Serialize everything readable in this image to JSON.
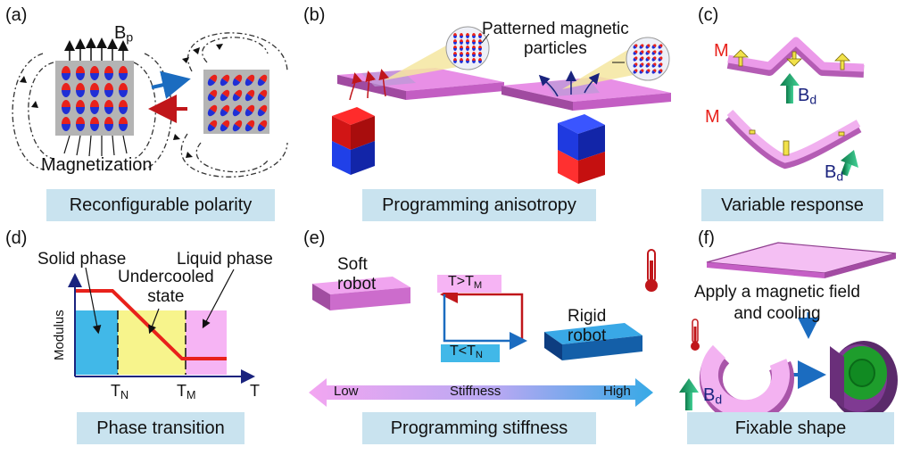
{
  "panels": {
    "a": {
      "label": "(a)",
      "caption": "Reconfigurable polarity",
      "bp": "B",
      "bp_sub": "p",
      "magnetization": "Magnetization"
    },
    "b": {
      "label": "(b)",
      "caption": "Programming anisotropy",
      "callout": "Patterned magnetic\nparticles"
    },
    "c": {
      "label": "(c)",
      "caption": "Variable response",
      "m1": "M",
      "m2": "M",
      "bd1": "B",
      "bd1_sub": "d",
      "bd2": "B",
      "bd2_sub": "d"
    },
    "d": {
      "label": "(d)",
      "caption": "Phase transition",
      "solid": "Solid phase",
      "undercooled": "Undercooled\nstate",
      "liquid": "Liquid phase",
      "ylabel": "Modulus",
      "tn": "T",
      "tn_sub": "N",
      "tm": "T",
      "tm_sub": "M",
      "xlabel": "T"
    },
    "e": {
      "label": "(e)",
      "caption": "Programming stiffness",
      "soft": "Soft\nrobot",
      "rigid": "Rigid\nrobot",
      "t_gt": "T>T",
      "t_gt_sub": "M",
      "t_lt": "T<T",
      "t_lt_sub": "N",
      "low": "Low",
      "stiffness": "Stiffness",
      "high": "High"
    },
    "f": {
      "label": "(f)",
      "caption": "Fixable shape",
      "apply": "Apply a magnetic field\nand cooling",
      "bd": "B",
      "bd_sub": "d"
    }
  },
  "colors": {
    "caption_bg": "#c9e3ef",
    "magenta": "#e07ee0",
    "red": "#e8211b",
    "blue": "#1f2fd6",
    "green": "#1d9e6a",
    "teal": "#1b5fa0",
    "yellow": "#f7f48c",
    "cyan": "#41b8e8",
    "pink": "#f6b4f4"
  }
}
